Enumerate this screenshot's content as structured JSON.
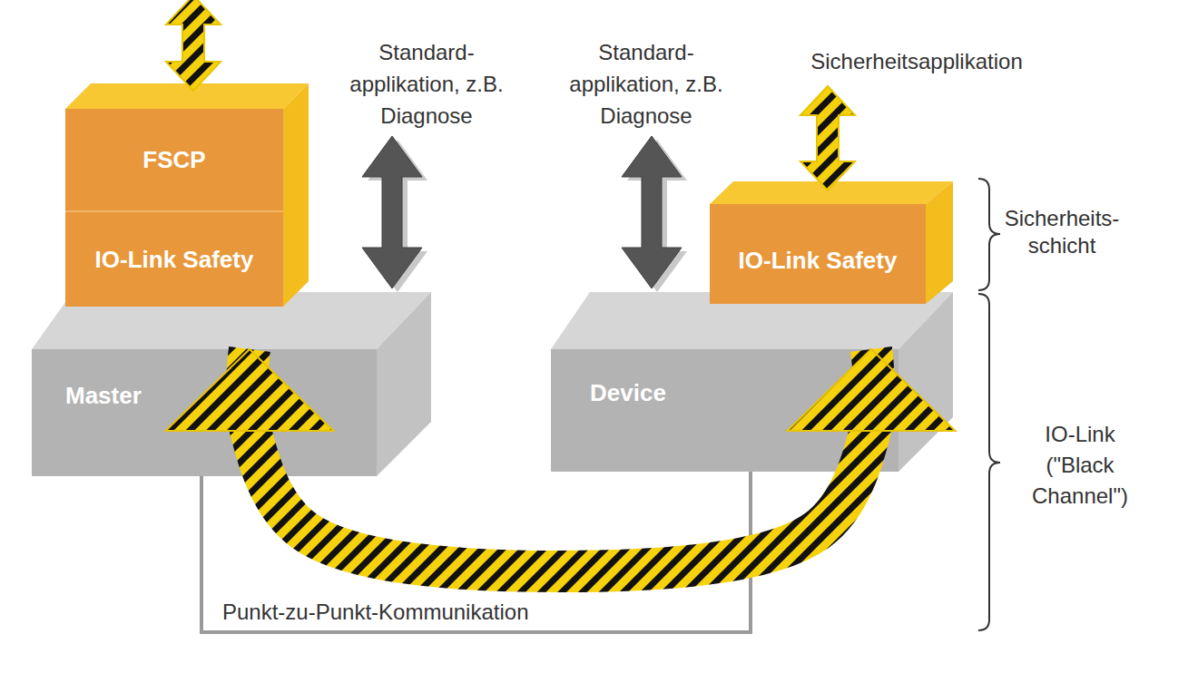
{
  "diagram": {
    "nodes": [
      {
        "text": [
          "FSCP"
        ]
      },
      {
        "text": [
          "IO-Link Safety"
        ]
      },
      {
        "text": [
          "Master"
        ]
      },
      {
        "text": [
          "IO-Link Safety"
        ]
      },
      {
        "text": [
          "Device"
        ]
      }
    ],
    "edges": [
      {
        "from": 2,
        "to": 4,
        "label": "Punkt-zu-Punkt-Kommunikation",
        "arrow": "none"
      },
      {
        "from": 2,
        "to": 4,
        "arrow": "both"
      }
    ],
    "labels": [
      "Standard- applikation, z.B. Diagnose",
      "Standard- applikation, z.B. Diagnose",
      "Sicherheitsapplikation",
      "Sicherheits- schicht",
      "IO-Link (\"Black Channel\")"
    ]
  }
}
